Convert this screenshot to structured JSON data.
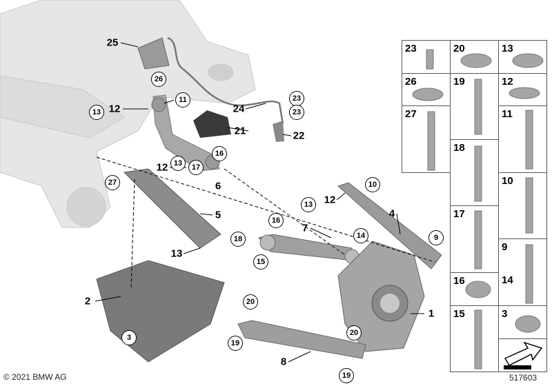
{
  "diagram_id": "517603",
  "copyright": "© 2021 BMW AG",
  "callouts": {
    "c25": "25",
    "c26": "26",
    "c13a": "13",
    "c12a": "12",
    "c11": "11",
    "c23a": "23",
    "c24": "24",
    "c23b": "23",
    "c21": "21",
    "c22": "22",
    "c16a": "16",
    "c17": "17",
    "c13b": "13",
    "c12b": "12",
    "c27": "27",
    "c6": "6",
    "c10": "10",
    "c12c": "12",
    "c13c": "13",
    "c4": "4",
    "c5": "5",
    "c16b": "16",
    "c7": "7",
    "c9": "9",
    "c14": "14",
    "c18": "18",
    "c13d": "13",
    "c15": "15",
    "c2": "2",
    "c1": "1",
    "c20a": "20",
    "c3": "3",
    "c19a": "19",
    "c20b": "20",
    "c8": "8",
    "c19b": "19"
  },
  "parts_table": {
    "col1": [
      "23",
      "26",
      "27"
    ],
    "col2": [
      "20",
      "19",
      "18",
      "17",
      "16",
      "15"
    ],
    "col3": [
      "13",
      "12",
      "11",
      "10",
      "9",
      "14",
      "3"
    ]
  }
}
